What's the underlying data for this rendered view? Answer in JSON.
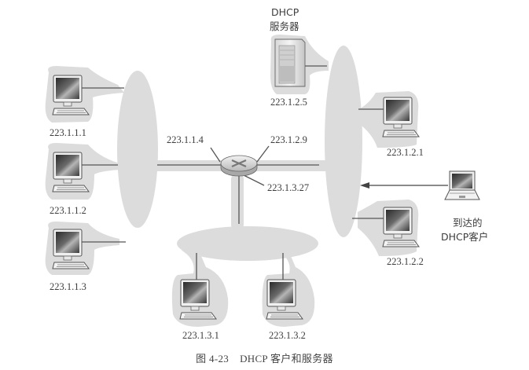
{
  "figure": {
    "number": "图 4-23",
    "title": "DHCP 客户和服务器"
  },
  "colors": {
    "subnet_fill": "#dcdcdc",
    "link_line": "#555555",
    "text": "#3d3d3d",
    "background": "#ffffff"
  },
  "router": {
    "icon": "router-icon",
    "interfaces": [
      {
        "id": "if1",
        "ip": "223.1.1.4"
      },
      {
        "id": "if2",
        "ip": "223.1.2.9"
      },
      {
        "id": "if3",
        "ip": "223.1.3.27"
      }
    ]
  },
  "subnets": [
    {
      "name": "subnet-223.1.1",
      "hosts": [
        {
          "ip": "223.1.1.1",
          "icon": "desktop-computer-icon"
        },
        {
          "ip": "223.1.1.2",
          "icon": "desktop-computer-icon"
        },
        {
          "ip": "223.1.1.3",
          "icon": "desktop-computer-icon"
        }
      ]
    },
    {
      "name": "subnet-223.1.2",
      "hosts": [
        {
          "ip": "223.1.2.5",
          "icon": "server-icon",
          "role_line1": "DHCP",
          "role_line2": "服务器"
        },
        {
          "ip": "223.1.2.1",
          "icon": "desktop-computer-icon"
        },
        {
          "ip": "223.1.2.2",
          "icon": "desktop-computer-icon"
        }
      ]
    },
    {
      "name": "subnet-223.1.3",
      "hosts": [
        {
          "ip": "223.1.3.1",
          "icon": "desktop-computer-icon"
        },
        {
          "ip": "223.1.3.2",
          "icon": "desktop-computer-icon"
        }
      ]
    }
  ],
  "arriving_client": {
    "icon": "laptop-icon",
    "label_line1": "到达的",
    "label_line2": "DHCP客户",
    "arrow": "arrow-left-icon"
  }
}
